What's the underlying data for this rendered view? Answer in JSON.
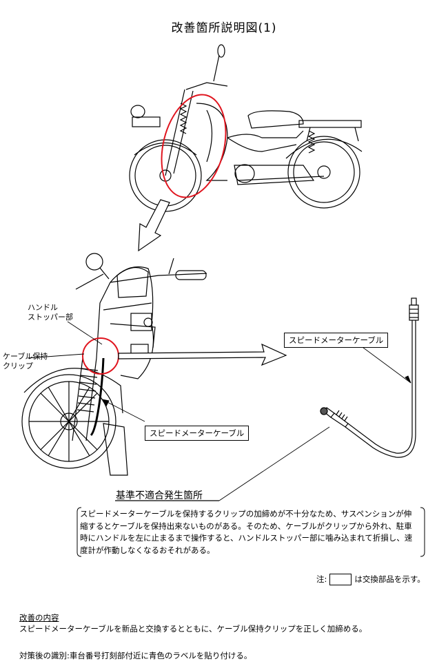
{
  "title": "改善箇所説明図(1)",
  "labels": {
    "handle_stopper": [
      "ハンドル",
      "ストッパー部"
    ],
    "cable_clip": [
      "ケーブル保持",
      "クリップ"
    ],
    "speedometer_cable_right": "スピードメーターケーブル",
    "speedometer_cable_lower": "スピードメーターケーブル"
  },
  "defect": {
    "heading": "基準不適合発生箇所",
    "description": "スピードメーターケーブルを保持するクリップの加締めが不十分なため、サスペンションが伸縮するとケーブルを保持出来ないものがある。そのため、ケーブルがクリップから外れ、駐車時にハンドルを左に止まるまで操作すると、ハンドルストッパー部に噛み込まれて折損し、速度計が作動しなくなるおそれがある。"
  },
  "note": {
    "prefix": "注:",
    "suffix": "は交換部品を示す。"
  },
  "improvement": {
    "heading": "改善の内容",
    "text": "スピードメーターケーブルを新品と交換するとともに、ケーブル保持クリップを正しく加締める。"
  },
  "identification": "対策後の識別:車台番号打刻部付近に青色のラベルを貼り付ける。",
  "colors": {
    "highlight_circle": "#e0141e",
    "line": "#000000"
  }
}
